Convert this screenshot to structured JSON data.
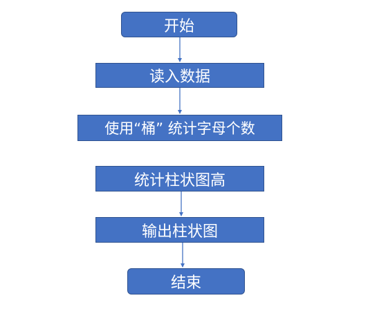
{
  "flowchart": {
    "start": "开始",
    "read_data": "读入数据",
    "count_letters": "使用“桶” 统计字母个数",
    "bar_heights": "统计柱状图高",
    "output_chart": "输出柱状图",
    "end": "结束"
  },
  "colors": {
    "node_fill": "#4472C4",
    "node_border": "#2F528F",
    "connector": "#4472C4"
  }
}
